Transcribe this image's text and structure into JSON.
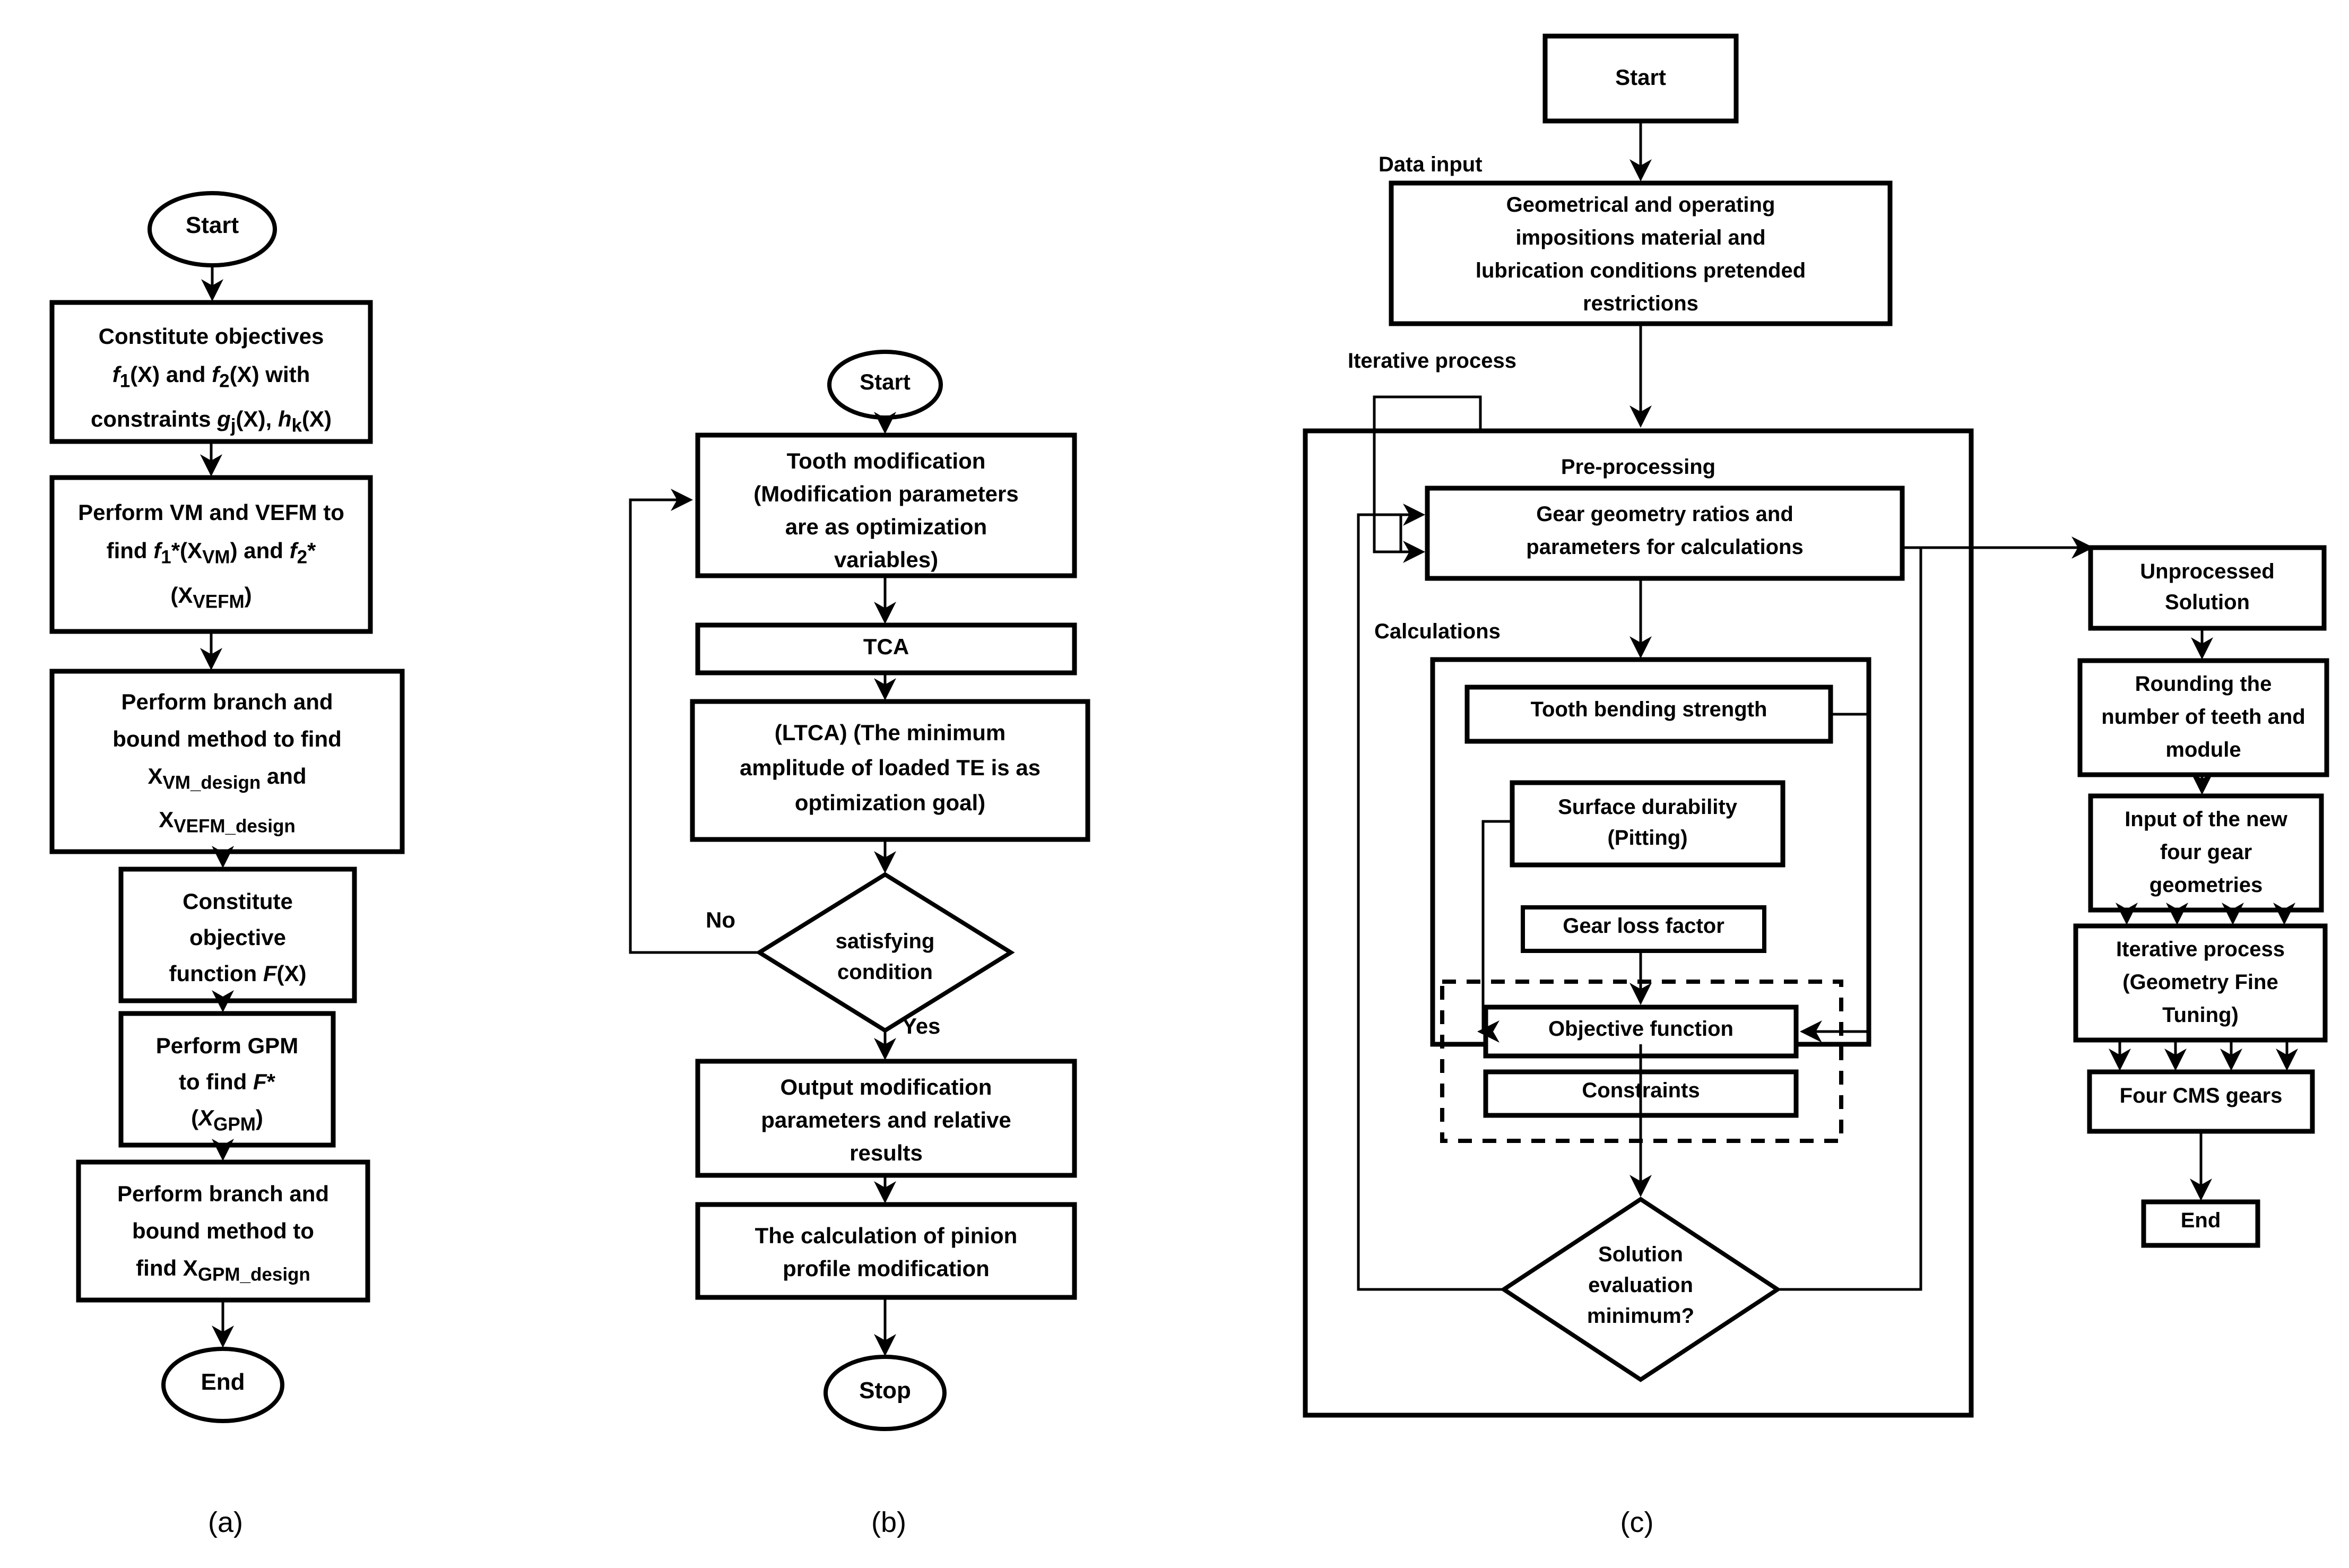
{
  "figure": {
    "panels": [
      {
        "id": "a",
        "caption": "(a)",
        "nodes": {
          "start": "Start",
          "constitute_objectives": "Constitute objectives\nf1(X) and f2(X) with\nconstraints gj(X), hk(X)",
          "perform_vm_vefm": "Perform VM and VEFM to\nfind f1*(XVM) and f2*\n(XVEFM)",
          "branch_bound_1": "Perform branch and\nbound method to find\nXVM_design and\nXVEFM_design",
          "constitute_objective_function": "Constitute\nobjective\nfunction F(X)",
          "perform_gpm": "Perform GPM\nto find F*\n(XGPM)",
          "branch_bound_2": "Perform branch and\nbound method to\nfind XGPM_design",
          "end": "End"
        },
        "lines": {
          "constitute_objectives": [
            "Constitute objectives",
            "f1(X) and f2(X) with",
            "constraints gj(X), hk(X)"
          ],
          "perform_vm_vefm": [
            "Perform VM and VEFM to",
            "find f1*(XVM) and f2*",
            "(XVEFM)"
          ],
          "branch_bound_1": [
            "Perform branch and",
            "bound method to find",
            "XVM_design and",
            "XVEFM_design"
          ],
          "constitute_objective_function": [
            "Constitute",
            "objective",
            "function F(X)"
          ],
          "perform_gpm": [
            "Perform GPM",
            "to find F*",
            "(XGPM)"
          ],
          "branch_bound_2": [
            "Perform branch and",
            "bound method to",
            "find XGPM_design"
          ]
        }
      },
      {
        "id": "b",
        "caption": "(b)",
        "nodes": {
          "start": "Start",
          "tooth_modification": "Tooth modification\n(Modification parameters\nare as optimization\nvariables)",
          "tca": "TCA",
          "ltca": "(LTCA) (The minimum\namplitude of loaded TE is as\noptimization goal)",
          "decision": "satisfying\ncondition",
          "output_modification": "Output modification\nparameters and relative\nresults",
          "pinion_profile": "The calculation of pinion\nprofile modification",
          "stop": "Stop"
        },
        "edge_labels": {
          "no": "No",
          "yes": "Yes"
        },
        "lines": {
          "tooth_modification": [
            "Tooth modification",
            "(Modification parameters",
            "are as optimization",
            "variables)"
          ],
          "ltca": [
            "(LTCA) (The minimum",
            "amplitude of loaded TE is as",
            "optimization goal)"
          ],
          "decision": [
            "satisfying",
            "condition"
          ],
          "output_modification": [
            "Output modification",
            "parameters and relative",
            "results"
          ],
          "pinion_profile": [
            "The calculation of pinion",
            "profile modification"
          ]
        }
      },
      {
        "id": "c",
        "caption": "(c)",
        "nodes": {
          "start": "Start",
          "data_block": "Geometrical and operating\nimpositions material and\nlubrication conditions pretended\nrestrictions",
          "gear_geometry": "Gear geometry ratios and\nparameters for calculations",
          "tooth_bending": "Tooth bending strength",
          "surface_durability": "Surface durability\n(Pitting)",
          "gear_loss_factor": "Gear loss factor",
          "objective_function": "Objective function",
          "constraints": "Constraints",
          "solution_eval": "Solution\nevaluation\nminimum?",
          "unprocessed_solution": "Unprocessed\nSolution",
          "rounding": "Rounding the\nnumber of teeth and\nmodule",
          "input_new_geom": "Input of the new\nfour gear\ngeometries",
          "iterative_fine_tuning": "Iterative process\n(Geometry Fine\nTuning)",
          "four_cms_gears": "Four CMS gears",
          "end": "End"
        },
        "group_labels": {
          "data_input": "Data input",
          "iterative_process": "Iterative process",
          "pre_processing": "Pre-processing",
          "calculations": "Calculations"
        },
        "lines": {
          "data_block": [
            "Geometrical and operating",
            "impositions material and",
            "lubrication conditions pretended",
            "restrictions"
          ],
          "gear_geometry": [
            "Gear geometry ratios and",
            "parameters for calculations"
          ],
          "surface_durability": [
            "Surface durability",
            "(Pitting)"
          ],
          "solution_eval": [
            "Solution",
            "evaluation",
            "minimum?"
          ],
          "unprocessed_solution": [
            "Unprocessed",
            "Solution"
          ],
          "rounding": [
            "Rounding the",
            "number of teeth and",
            "module"
          ],
          "input_new_geom": [
            "Input of the new",
            "four gear",
            "geometries"
          ],
          "iterative_fine_tuning": [
            "Iterative process",
            "(Geometry Fine",
            "Tuning)"
          ]
        }
      }
    ],
    "colors": {
      "stroke": "#000000",
      "fill": "#ffffff",
      "text": "#000000"
    }
  }
}
